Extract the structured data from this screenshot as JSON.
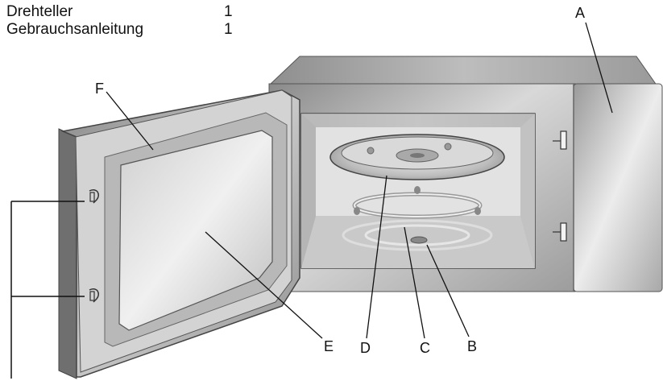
{
  "parts_list": [
    {
      "name": "Drehteller",
      "qty": "1"
    },
    {
      "name": "Gebrauchsanleitung",
      "qty": "1"
    }
  ],
  "callouts": {
    "A": "A",
    "B": "B",
    "C": "C",
    "D": "D",
    "E": "E",
    "F": "F"
  },
  "colors": {
    "line": "#111111",
    "body_dark": "#7d7d7d",
    "body_light": "#dcdcdc",
    "cavity": "#cfcfcf"
  }
}
